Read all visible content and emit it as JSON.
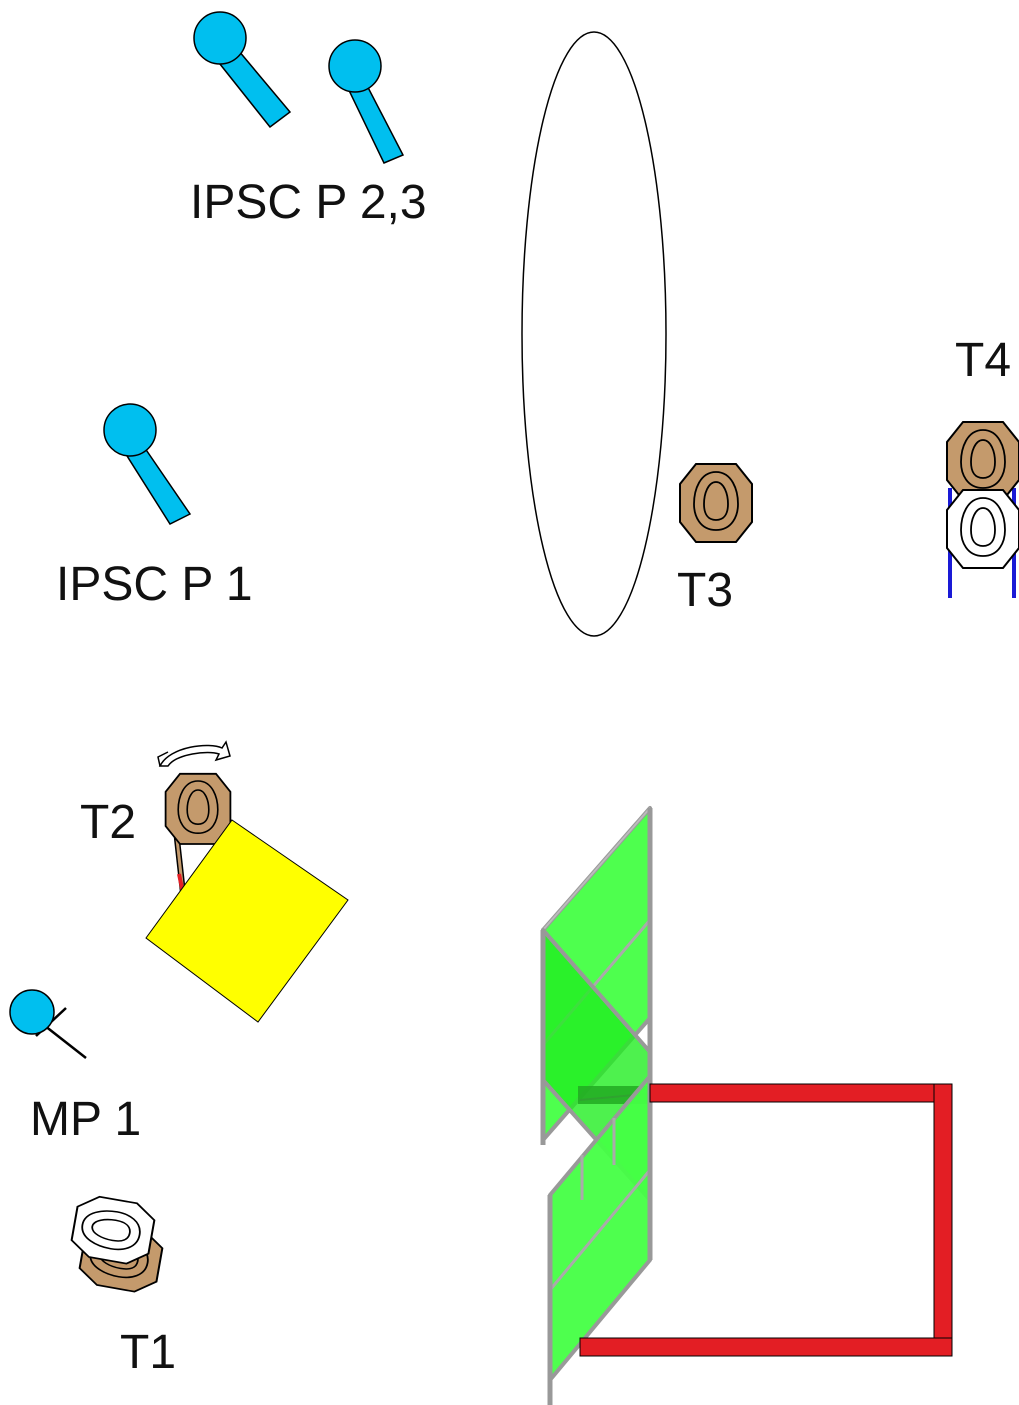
{
  "labels": {
    "popper_2_3": "IPSC P 2,3",
    "popper_1": "IPSC P 1",
    "t1": "T1",
    "t2": "T2",
    "t3": "T3",
    "t4": "T4",
    "mp1": "MP 1"
  },
  "colors": {
    "popper": "#00BFEF",
    "target_shoot": "#C49A6C",
    "target_noshoot": "#FFFFFF",
    "barrel": "#FFFF00",
    "fault_line": "#E31E24",
    "wall": "#44FF44",
    "stand": "#1A1AD6",
    "outline": "#000000"
  }
}
